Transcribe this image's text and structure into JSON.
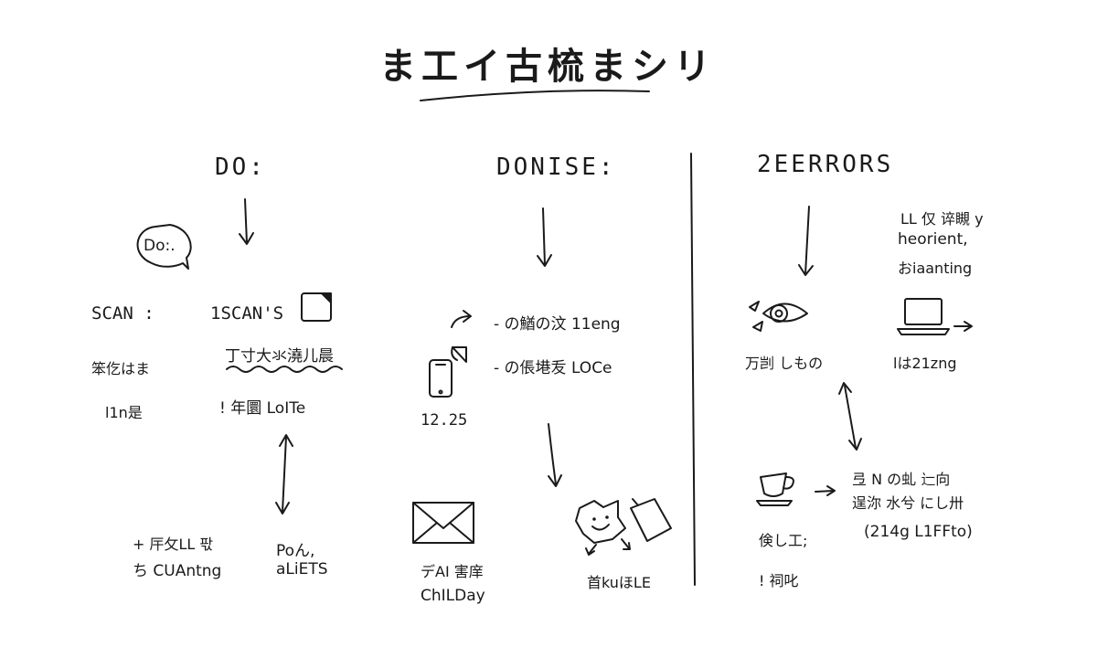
{
  "title": "ま工イ古梳まシリ",
  "columns": {
    "do": {
      "heading": "DO:",
      "bubble": "Do:.",
      "scan_label": "SCAN :",
      "scan_right": "1SCAN'S",
      "left_line1": "笨仡はま",
      "left_line2": "l1n是",
      "mid_line1": "丁寸大氺澆儿晨",
      "mid_line2": "! 年圜 LoITe",
      "bottom_left_1": "+ 厈攵LL 팏",
      "bottom_left_2": "ち CUAntng",
      "bottom_right_1": "Poん,",
      "bottom_right_2": "aLiETS"
    },
    "donise": {
      "heading": "DONISE:",
      "item1": "- の鰌の汶 11eng",
      "item2": "- の倀塂叐 LOCe",
      "phone_caption": "12.25",
      "envelope_line1": "デAI 害庠",
      "envelope_line2": "ChILDay",
      "sticker_caption": "首kuほLE"
    },
    "errors": {
      "heading": "2EERRORS",
      "note_line1": "LL 仅 谇瞡 y",
      "note_line2": "heorient,",
      "note_line3": "おiaanting",
      "eye_caption": "万剀 しもの",
      "laptop_caption": "lは21zng",
      "cup_right_1": "弖 N の虬 辷向",
      "cup_right_2": "逞沵 水兮 にし卅",
      "cup_caption": "倹し工;",
      "cup_note": "(214g L1FFto)",
      "cup_note2": "! 祠叱"
    }
  }
}
